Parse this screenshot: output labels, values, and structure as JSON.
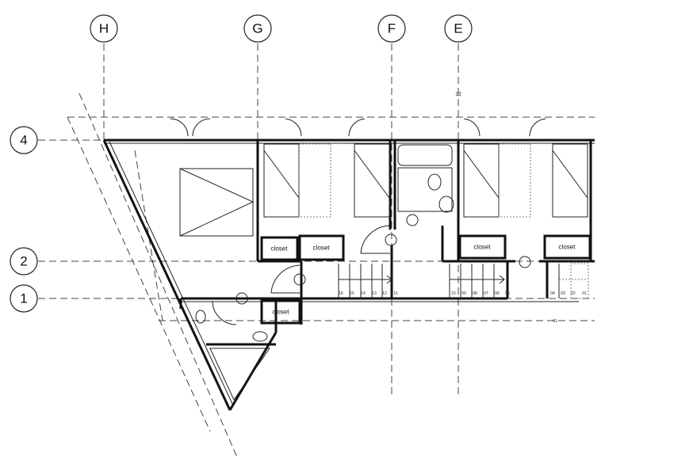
{
  "grid_columns": [
    "H",
    "G",
    "F",
    "E"
  ],
  "grid_rows": [
    "4",
    "2",
    "1"
  ],
  "room_labels": [
    "closet",
    "closet",
    "closet",
    "closet",
    "closet"
  ],
  "dimension_label": "12",
  "stair_numbers": [
    "16",
    "15",
    "14",
    "13",
    "12",
    "11",
    "10",
    "09",
    "08",
    "07",
    "06",
    "05",
    "04",
    "03",
    "02",
    "01"
  ],
  "level_label": "01"
}
